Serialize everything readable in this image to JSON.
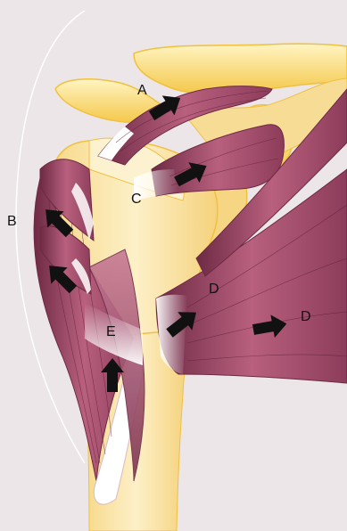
{
  "labels": {
    "a": "A",
    "b": "B",
    "c": "C",
    "d1": "D",
    "d2": "D",
    "e": "E"
  },
  "colors": {
    "background": "#ece6e8",
    "bone": "#fbe6a8",
    "bone_outline": "#f0c040",
    "muscle": "#a8506e",
    "muscle_dark": "#7d3350",
    "tendon": "#ffffff",
    "arrow": "#111111"
  }
}
